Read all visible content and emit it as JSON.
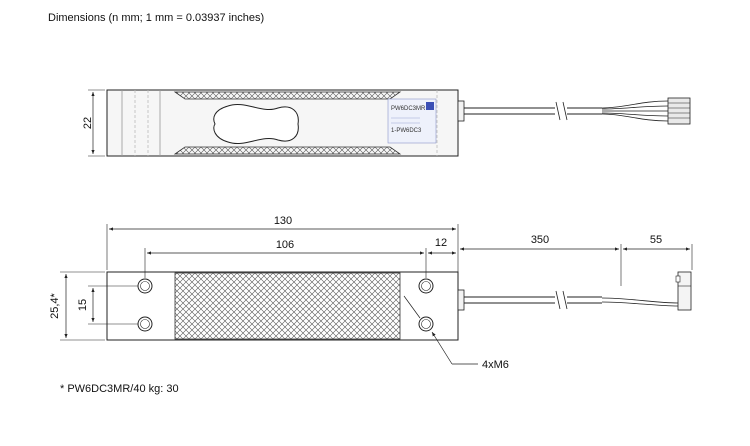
{
  "header": {
    "title": "Dimensions (n mm; 1 mm = 0.03937 inches)"
  },
  "footer": {
    "note": "* PW6DC3MR/40 kg: 30"
  },
  "top_view": {
    "height_dim": "22",
    "label_lines": [
      "PW6DC3MR",
      "1-PW6DC3"
    ]
  },
  "bottom_view": {
    "dim_overall_length": "130",
    "dim_hole_spacing": "106",
    "dim_end_offset": "12",
    "dim_cable_length": "350",
    "dim_connector_length": "55",
    "dim_height": "25,4*",
    "dim_hole_pitch": "15",
    "hole_callout": "4xM6"
  },
  "colors": {
    "line": "#222222",
    "hatch": "#555555",
    "label_blue": "#3b4fb5"
  }
}
